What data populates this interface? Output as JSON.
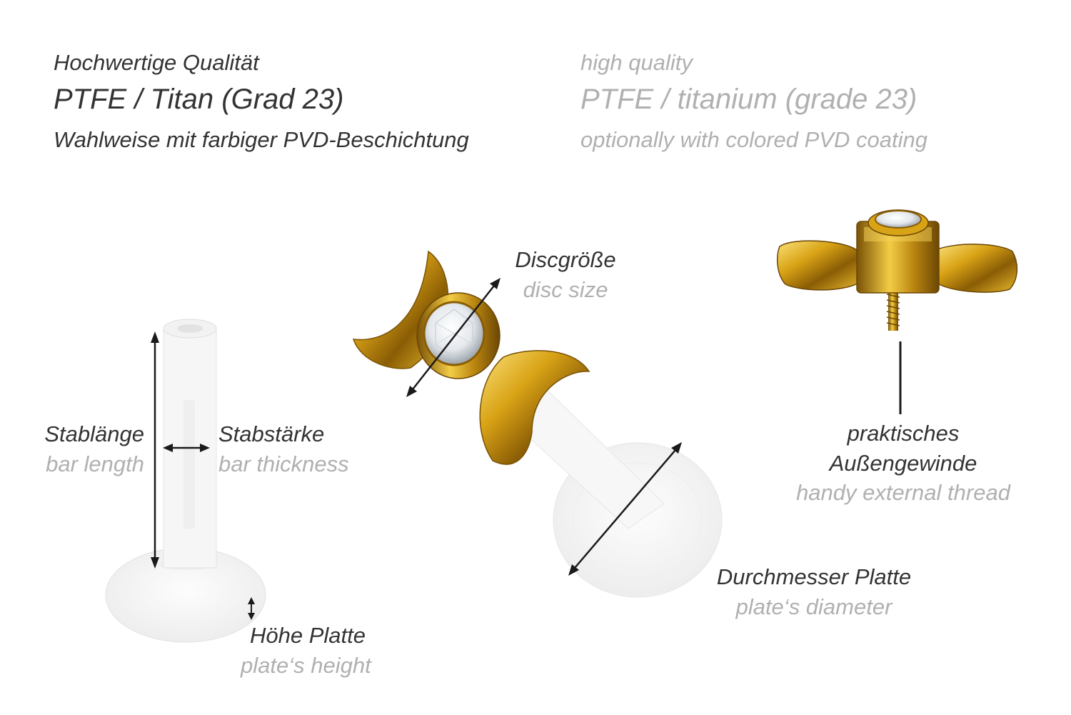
{
  "header": {
    "de": {
      "line1": "Hochwertige Qualität",
      "line2": "PTFE / Titan (Grad 23)",
      "line3": "Wahlweise mit farbiger PVD-Beschichtung"
    },
    "en": {
      "line1": "high quality",
      "line2": "PTFE / titanium (grade 23)",
      "line3": "optionally with colored PVD coating"
    }
  },
  "labels": {
    "bar_length": {
      "de": "Stablänge",
      "en": "bar length"
    },
    "bar_thickness": {
      "de": "Stabstärke",
      "en": "bar thickness"
    },
    "plate_height": {
      "de": "Höhe Platte",
      "en": "plate‘s height"
    },
    "disc_size": {
      "de": "Discgröße",
      "en": "disc size"
    },
    "plate_diameter": {
      "de": "Durchmesser Platte",
      "en": "plate‘s diameter"
    },
    "thread": {
      "de_line1": "praktisches",
      "de_line2": "Außengewinde",
      "en": "handy external thread"
    }
  },
  "colors": {
    "text_dark": "#333333",
    "text_grey": "#b0b0b0",
    "gold": "#d9a316",
    "ptfe_white": "#f4f4f4"
  }
}
